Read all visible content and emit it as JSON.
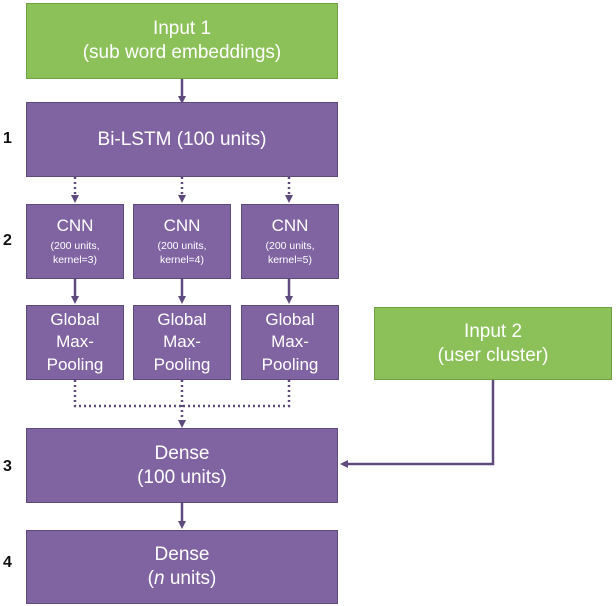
{
  "input1": {
    "line1": "Input 1",
    "line2": "(sub word embeddings)"
  },
  "bilstm": {
    "label": "Bi-LSTM (100 units)"
  },
  "cnn": [
    {
      "title": "CNN",
      "line1": "(200 units,",
      "line2": "kernel=3)"
    },
    {
      "title": "CNN",
      "line1": "(200 units,",
      "line2": "kernel=4)"
    },
    {
      "title": "CNN",
      "line1": "(200 units,",
      "line2": "kernel=5)"
    }
  ],
  "pooling": [
    {
      "line1": "Global",
      "line2": "Max-",
      "line3": "Pooling"
    },
    {
      "line1": "Global",
      "line2": "Max-",
      "line3": "Pooling"
    },
    {
      "line1": "Global",
      "line2": "Max-",
      "line3": "Pooling"
    }
  ],
  "input2": {
    "line1": "Input 2",
    "line2": "(user cluster)"
  },
  "dense1": {
    "line1": "Dense",
    "line2": "(100 units)"
  },
  "dense2": {
    "line1": "Dense",
    "line2_pre": "(",
    "line2_italic": "n",
    "line2_post": " units)"
  },
  "layer_numbers": [
    "1",
    "2",
    "3",
    "4"
  ],
  "colors": {
    "layer_fill": "#8064a2",
    "input_fill": "#8cc059",
    "connector": "#5f4a7e"
  }
}
